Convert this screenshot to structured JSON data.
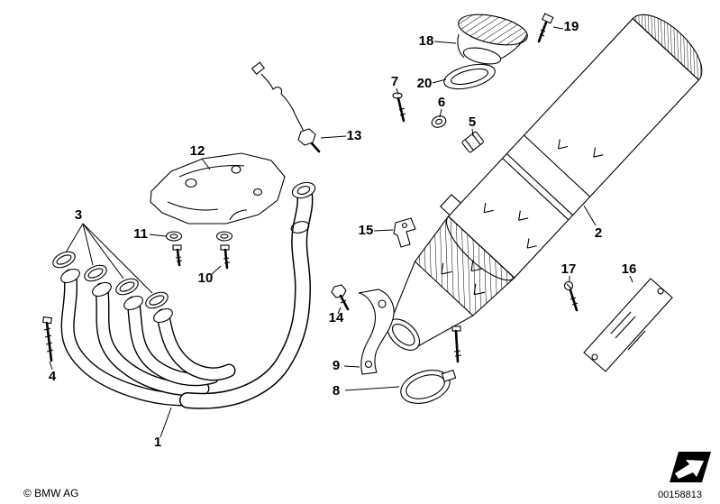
{
  "diagram": {
    "background_color": "#ffffff",
    "line_color": "#000000",
    "labels": [
      {
        "text": "1"
      },
      {
        "text": "2"
      },
      {
        "text": "3"
      },
      {
        "text": "4"
      },
      {
        "text": "5"
      },
      {
        "text": "6"
      },
      {
        "text": "7"
      },
      {
        "text": "8"
      },
      {
        "text": "9"
      },
      {
        "text": "10"
      },
      {
        "text": "11"
      },
      {
        "text": "12"
      },
      {
        "text": "13"
      },
      {
        "text": "14"
      },
      {
        "text": "15"
      },
      {
        "text": "16"
      },
      {
        "text": "17"
      },
      {
        "text": "18"
      },
      {
        "text": "19"
      },
      {
        "text": "20"
      }
    ]
  },
  "footer": {
    "copyright": "© BMW AG",
    "diagram_number": "00158813"
  },
  "icons": {
    "corner": "page-arrow-icon"
  }
}
